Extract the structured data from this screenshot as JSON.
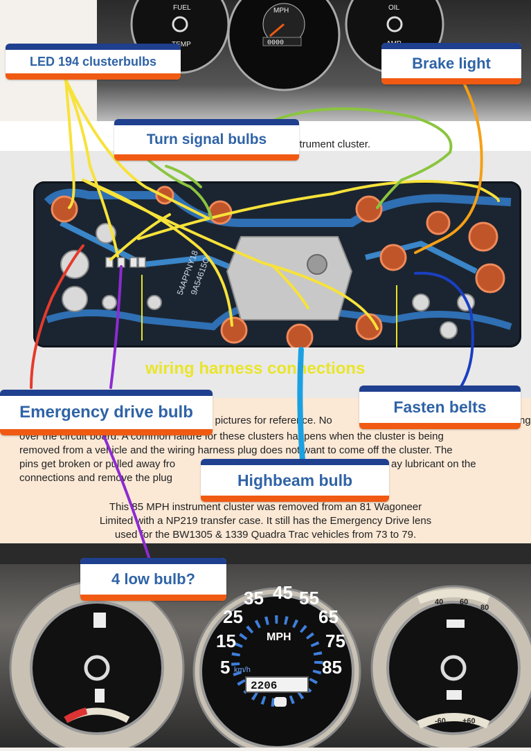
{
  "callouts": {
    "led194": "LED 194 clusterbulbs",
    "brake": "Brake light",
    "turn_signal": "Turn signal bulbs",
    "emergency": "Emergency drive bulb",
    "fasten": "Fasten belts",
    "highbeam": "Highbeam bulb",
    "four_low": "4 low bulb?"
  },
  "board": {
    "harness_label": "wiring harness connections",
    "pcb_text_1": "54APPNY18",
    "pcb_text_2": "9A54615O"
  },
  "top_fragment": "strument cluster.",
  "paragraph_lines": [
    "e pictures for reference. No",
    "over the circuit board. A common failure for these clusters happens when the cluster is being",
    "removed from a vehicle and the wiring harness plug does not want to come off the cluster. The",
    "pins get broken or pulled away fro",
    "connections and remove the plug"
  ],
  "paragraph_fragments": {
    "f1": "ng",
    "f2": "ay lubricant on the"
  },
  "caption_lines": [
    "This 85 MPH instrument cluster was removed from an 81 Wagoneer",
    "Limited with a NP219 transfer case. It still has the Emergency Drive lens",
    "used for the BW1305 & 1339 Quadra Trac vehicles from 73 to 79."
  ],
  "gauges_top": {
    "fuel": "FUEL",
    "temp": "TEMP",
    "mph": "MPH",
    "oil": "OIL",
    "amp": "AMP",
    "odometer": "0000"
  },
  "speedo": {
    "label": "MPH",
    "kmh": "km/h",
    "odometer": "2206",
    "numbers": [
      "5",
      "15",
      "25",
      "35",
      "45",
      "55",
      "65",
      "75",
      "85"
    ]
  },
  "oil_gauge": {
    "n40": "40",
    "n60": "60",
    "n80": "80"
  },
  "volt_gauge": {
    "minus": "-60",
    "plus": "+60"
  },
  "colors": {
    "callout_blue": "#1f3f8f",
    "callout_orange": "#f05a12",
    "callout_text": "#2f63a6",
    "wire_yellow": "#f7e23a",
    "wire_green": "#8bc53f",
    "wire_orange": "#f5a016",
    "wire_blue_light": "#1ba1e2",
    "wire_blue_dark": "#1a3fc2",
    "wire_red": "#e53b2c",
    "wire_purple": "#8d2bd1"
  }
}
